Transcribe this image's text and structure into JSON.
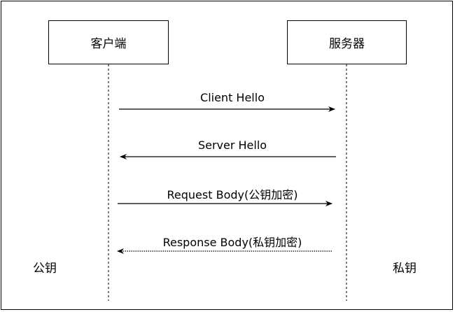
{
  "participants": {
    "client": "客户端",
    "server": "服务器"
  },
  "messages": [
    {
      "label": "Client Hello",
      "direction": "right",
      "style": "solid"
    },
    {
      "label": "Server Hello",
      "direction": "left",
      "style": "solid"
    },
    {
      "label": "Request Body(公钥加密)",
      "direction": "right",
      "style": "solid"
    },
    {
      "label": "Response Body(私钥加密)",
      "direction": "left",
      "style": "dotted"
    }
  ],
  "side_labels": {
    "client_key": "公钥",
    "server_key": "私钥"
  }
}
